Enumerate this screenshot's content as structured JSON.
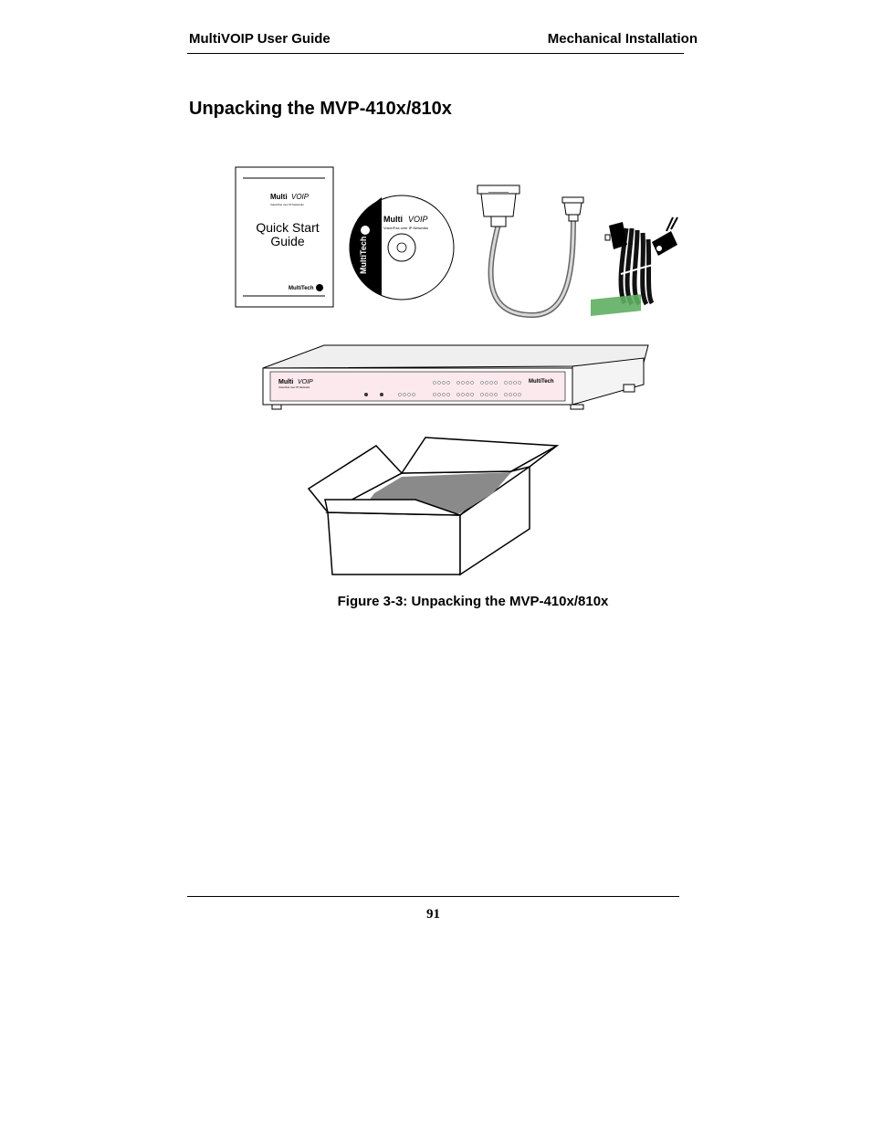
{
  "header": {
    "left": "MultiVOIP User Guide",
    "right": "Mechanical Installation"
  },
  "section": {
    "title": "Unpacking the MVP-410x/810x"
  },
  "figure": {
    "guide_label_line1": "Quick Start",
    "guide_label_line2": "Guide",
    "brand_multi": "Multi",
    "brand_voip": "VOIP",
    "brand_tagline": "Voice/Fax over IP Networks",
    "brand_multitech": "MultiTech",
    "caption": "Figure 3-3:  Unpacking the MVP-410x/810x"
  },
  "footer": {
    "page_number": "91"
  }
}
